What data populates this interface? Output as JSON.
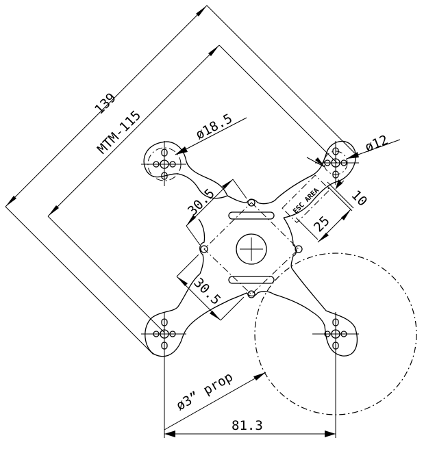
{
  "drawing": {
    "dimensions": {
      "overall_length": "139",
      "frame_name": "MTM-115",
      "motor_hole_diameter": "ø18.5",
      "mount_hole_diameter": "ø12",
      "stack_spacing_a": "30.5",
      "stack_spacing_b": "30.5",
      "esc_width": "10",
      "esc_length": "25",
      "motor_spacing": "81.3",
      "prop_size": "ø3”  prop"
    },
    "labels": {
      "esc_area": "ESC AREA"
    }
  }
}
